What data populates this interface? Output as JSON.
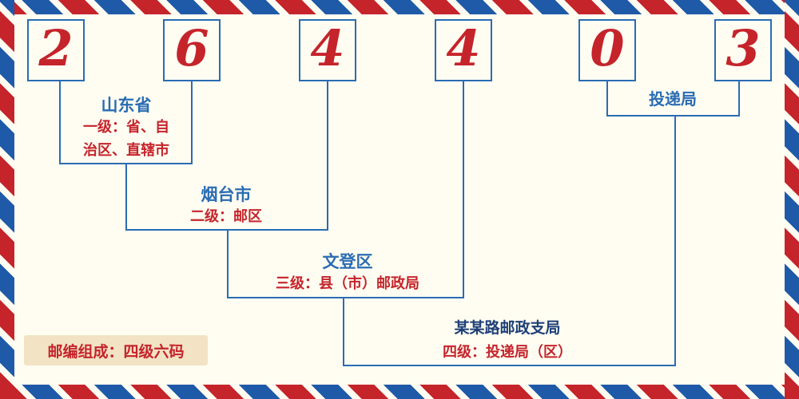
{
  "postal_code": {
    "digits": [
      "2",
      "6",
      "4",
      "4",
      "0",
      "3"
    ]
  },
  "labels": {
    "level1": {
      "name": "山东省",
      "desc_line1": "一级：省、自",
      "desc_line2": "治区、直辖市"
    },
    "level2": {
      "name": "烟台市",
      "desc": "二级：邮区"
    },
    "level3": {
      "name": "文登区",
      "desc": "三级：县（市）邮政局"
    },
    "level4": {
      "name": "某某路邮政支局",
      "desc": "四级：投递局（区）"
    },
    "delivery": {
      "name": "投递局"
    }
  },
  "footer": {
    "composition": "邮编组成：四级六码"
  },
  "colors": {
    "red": "#c5242b",
    "blue": "#2a6cb3",
    "background": "#fffdf2",
    "footer_background": "#f2e3c4"
  }
}
